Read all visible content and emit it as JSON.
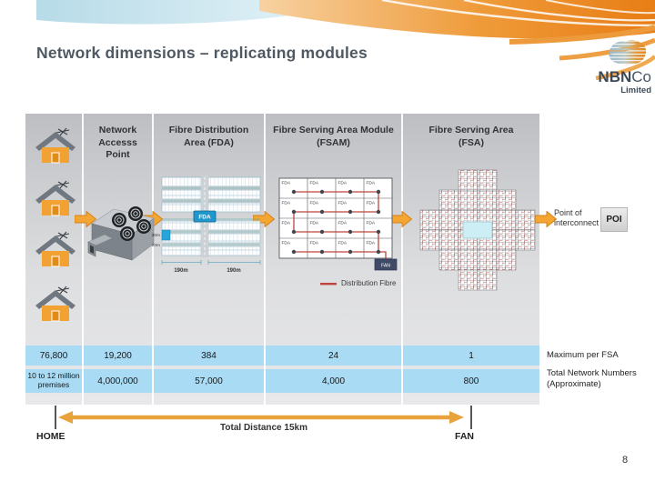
{
  "slide": {
    "title": "Network dimensions – replicating modules",
    "page_number": "8"
  },
  "logo": {
    "brand_bold": "NBN",
    "brand_light": "Co",
    "suffix": "Limited"
  },
  "columns": {
    "nap_header": "Network\nAccesss\nPoint",
    "fda_header": "Fibre Distribution\nArea (FDA)",
    "fsam_header": "Fibre Serving Area Module\n(FSAM)",
    "fsa_header": "Fibre Serving Area\n(FSA)"
  },
  "rows": {
    "maximum": {
      "premises": "76,800",
      "nap": "19,200",
      "fda": "384",
      "fsam": "24",
      "fsa": "1",
      "label": "Maximum per FSA"
    },
    "totals": {
      "premises": "10 to 12 million premises",
      "nap": "4,000,000",
      "fda": "57,000",
      "fsam": "4,000",
      "fsa": "800",
      "label": "Total Network Numbers\n(Approximate)"
    }
  },
  "fda": {
    "center_label": "FDA",
    "left_top": "30m",
    "left_bottom": "20m",
    "bottom_left": "190m",
    "bottom_right": "190m"
  },
  "fsam": {
    "cell_label": "FDA",
    "node_label": "FAN",
    "legend": "Distribution Fibre"
  },
  "poi": {
    "caption": "Point of interconnect",
    "box_label": "POI"
  },
  "distance": {
    "label": "Total Distance 15km",
    "left_end": "HOME",
    "right_end": "FAN"
  },
  "colors": {
    "accent_orange": "#E8941A",
    "row_blue": "#A9DBF4",
    "fibre_red": "#C0453C",
    "fda_blue": "#1F96CC"
  }
}
